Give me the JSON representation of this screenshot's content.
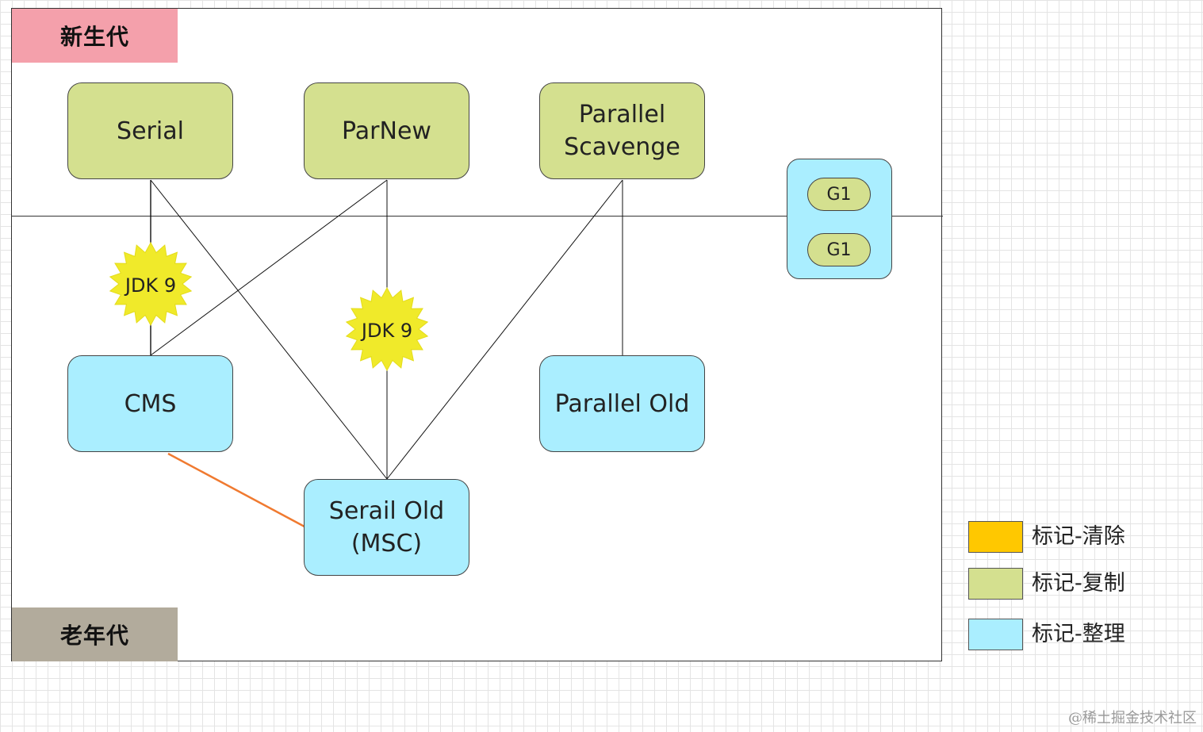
{
  "regions": {
    "young_generation": "新生代",
    "old_generation": "老年代"
  },
  "collectors": {
    "serial": "Serial",
    "parnew": "ParNew",
    "parallel_scavenge": "Parallel\nScavenge",
    "cms": "CMS",
    "parallel_old": "Parallel Old",
    "serial_old": "Serail Old\n(MSC)",
    "g1_top": "G1",
    "g1_bottom": "G1"
  },
  "badges": {
    "jdk9_left": "JDK 9",
    "jdk9_center": "JDK 9"
  },
  "legend": [
    {
      "label": "标记-清除",
      "color": "#ffc800"
    },
    {
      "label": "标记-复制",
      "color": "#d4e08f"
    },
    {
      "label": "标记-整理",
      "color": "#aaeeff"
    }
  ],
  "colors": {
    "mark_copy": "#d4e08f",
    "mark_compact": "#aaeeff",
    "young_header": "#f4a0ab",
    "old_header": "#b2ab9c",
    "badge": "#f0ea2a",
    "cms_serial_old_link": "#f07a30"
  },
  "watermark": "@稀土掘金技术社区"
}
